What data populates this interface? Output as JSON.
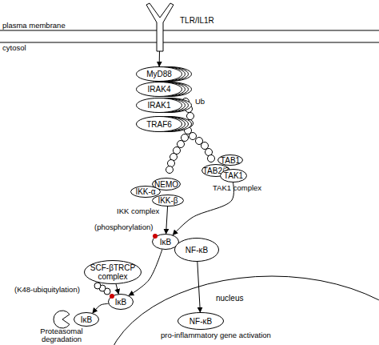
{
  "diagram": {
    "nodes": [
      {
        "text": [
          "TLR/IL1R"
        ]
      },
      {
        "text": [
          "MyD88"
        ]
      },
      {
        "text": [
          "IRAK4"
        ]
      },
      {
        "text": [
          "IRAK1"
        ]
      },
      {
        "text": [
          "TRAF6"
        ]
      },
      {
        "text": [
          "TAB1"
        ]
      },
      {
        "text": [
          "TAB2/3"
        ]
      },
      {
        "text": [
          "TAK1"
        ]
      },
      {
        "text": [
          "NEMO"
        ]
      },
      {
        "text": [
          "IKK-α"
        ]
      },
      {
        "text": [
          "IKK-β"
        ]
      },
      {
        "text": [
          "IκB"
        ]
      },
      {
        "text": [
          "NF-κB"
        ]
      },
      {
        "text": [
          "SCF-βTRCP complex"
        ]
      },
      {
        "text": [
          "IκB"
        ]
      },
      {
        "text": [
          "IκB"
        ]
      },
      {
        "text": [
          "nucleus"
        ]
      },
      {
        "text": [
          "NF-κB"
        ],
        "in": 16
      }
    ],
    "edges": [
      {
        "from": 0,
        "to": 1,
        "arrow": "to"
      },
      {
        "from": 10,
        "to": 11,
        "arrow": "to"
      },
      {
        "from": 7,
        "to": 11,
        "arrow": "to"
      },
      {
        "from": 11,
        "to": 14,
        "arrow": "to"
      },
      {
        "from": 13,
        "to": 14,
        "arrow": "to"
      },
      {
        "from": 14,
        "to": 15,
        "arrow": "to"
      },
      {
        "from": 12,
        "to": 17,
        "arrow": "to"
      }
    ],
    "labels": [
      "plasma membrane",
      "cytosol",
      "Ub",
      "TAK1 complex",
      "IKK complex",
      "(phosphorylation)",
      "(K48-ubiquitylation)",
      "Proteasomal degradation",
      "pro-inflammatory gene activation"
    ]
  }
}
